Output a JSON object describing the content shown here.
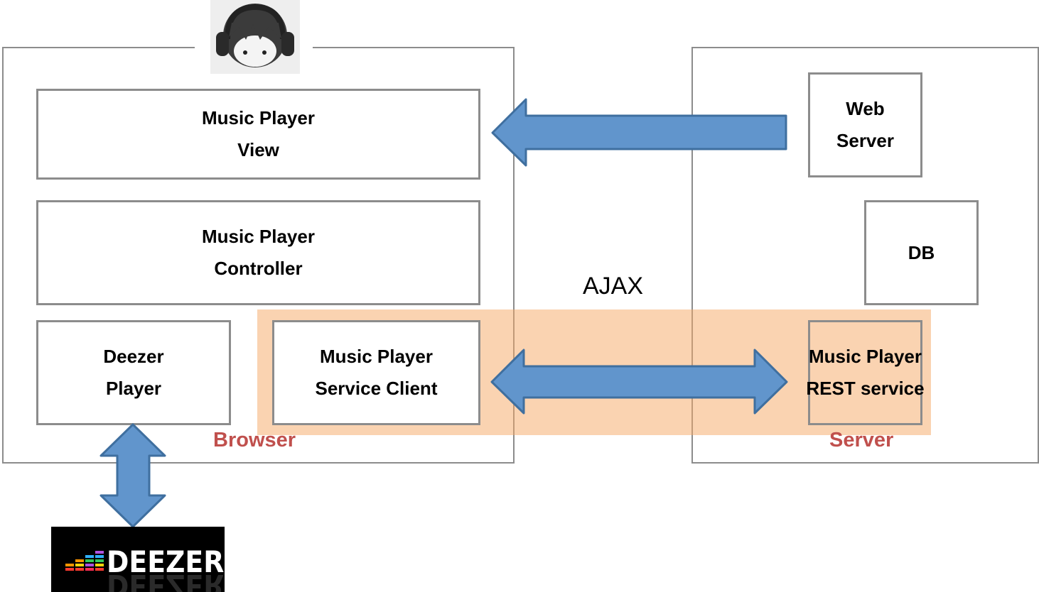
{
  "browser": {
    "label": "Browser",
    "boxes": {
      "view": [
        "Music Player",
        "View"
      ],
      "controller": [
        "Music Player",
        "Controller"
      ],
      "deezer_player": [
        "Deezer",
        "Player"
      ],
      "service_client": [
        "Music Player",
        "Service Client"
      ]
    }
  },
  "server": {
    "label": "Server",
    "boxes": {
      "web_server": [
        "Web",
        "Server"
      ],
      "db": [
        "DB"
      ],
      "rest_service": [
        "Music Player",
        "REST service"
      ]
    }
  },
  "connector": {
    "label": "AJAX"
  },
  "deezer_logo": {
    "text": "DEEZER"
  },
  "colors": {
    "arrow_fill": "#6195cc",
    "arrow_stroke": "#3f6f9f",
    "highlight": "#f6a863",
    "region_label": "#c0504d",
    "box_border": "#8c8c8c"
  }
}
